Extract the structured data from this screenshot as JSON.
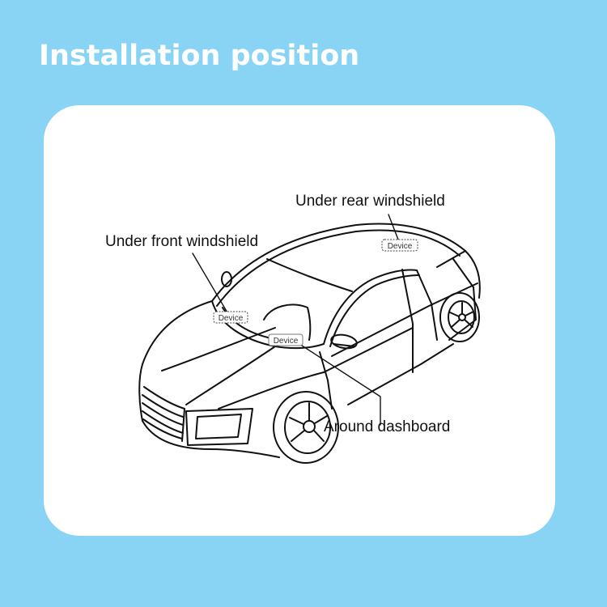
{
  "title": "Installation position",
  "colors": {
    "background": "#89d4f4",
    "card": "#ffffff",
    "title_text": "#ffffff",
    "line_art": "#111111"
  },
  "diagram": {
    "subject": "sports car line drawing",
    "callouts": [
      {
        "label": "Under rear windshield",
        "tag": "Device"
      },
      {
        "label": "Under front windshield",
        "tag": "Device"
      },
      {
        "label": "Around dashboard",
        "tag": "Device"
      }
    ]
  }
}
